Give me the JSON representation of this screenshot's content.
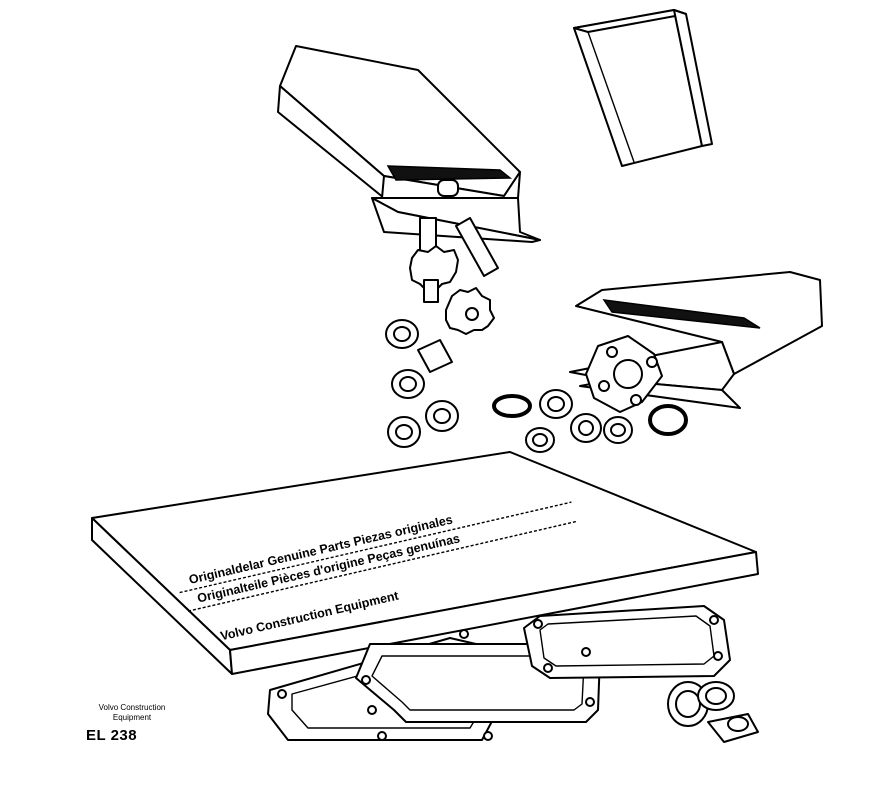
{
  "figure": {
    "book_line_1": "Originaldelar Genuine Parts Piezas originales",
    "book_line_2": "Originalteile Pièces d'origine Peças genuínas",
    "book_line_3": "Volvo Construction Equipment"
  },
  "caption": {
    "brand_line_1": "Volvo Construction",
    "brand_line_2": "Equipment",
    "drawing_code": "EL 238"
  },
  "colors": {
    "line": "#000000",
    "background": "#ffffff"
  }
}
